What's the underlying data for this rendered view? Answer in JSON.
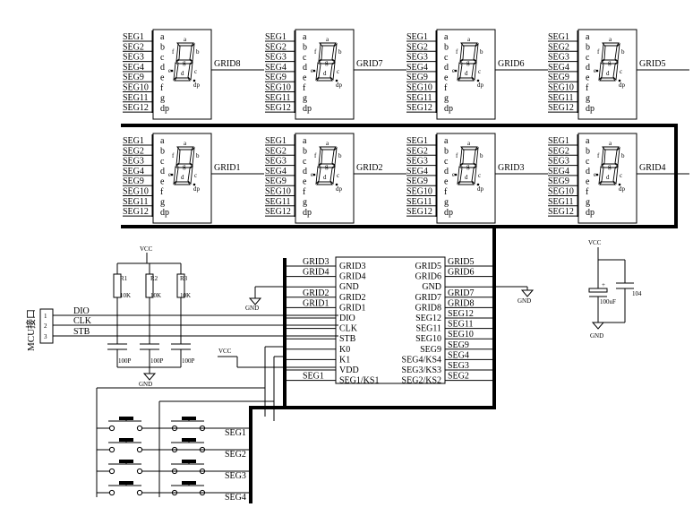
{
  "segments": [
    "SEG1",
    "SEG2",
    "SEG3",
    "SEG4",
    "SEG9",
    "SEG10",
    "SEG11",
    "SEG12"
  ],
  "segment_letters": [
    "a",
    "b",
    "c",
    "d",
    "e",
    "f",
    "g",
    "dp"
  ],
  "digit_segment_labels": {
    "a": "a",
    "b": "b",
    "c": "c",
    "d": "d",
    "e": "e",
    "f": "f",
    "g": "g",
    "dp": "dp"
  },
  "digits_row1": [
    {
      "grid": "GRID8"
    },
    {
      "grid": "GRID7"
    },
    {
      "grid": "GRID6"
    },
    {
      "grid": "GRID5"
    }
  ],
  "digits_row2": [
    {
      "grid": "GRID1"
    },
    {
      "grid": "GRID2"
    },
    {
      "grid": "GRID3"
    },
    {
      "grid": "GRID4"
    }
  ],
  "mcu": {
    "label": "MCU接口",
    "pins": [
      "1",
      "2",
      "3"
    ],
    "signals": [
      "DIO",
      "CLK",
      "STB"
    ]
  },
  "vcc": "VCC",
  "gnd": "GND",
  "resistors": [
    {
      "ref": "R1",
      "value": "10K"
    },
    {
      "ref": "R2",
      "value": "10K"
    },
    {
      "ref": "R3",
      "value": "10K"
    }
  ],
  "caps_100p": [
    "100P",
    "100P",
    "100P"
  ],
  "ic": {
    "left_pins": [
      "GRID3",
      "GRID4",
      "GND",
      "GRID2",
      "GRID1",
      "DIO",
      "CLK",
      "STB",
      "K0",
      "K1",
      "VDD",
      "SEG1/KS1"
    ],
    "right_pins": [
      "GRID5",
      "GRID6",
      "GND",
      "GRID7",
      "GRID8",
      "SEG12",
      "SEG11",
      "SEG10",
      "SEG9",
      "SEG4/KS4",
      "SEG3/KS3",
      "SEG2/KS2"
    ],
    "left_ext": [
      "GRID3",
      "GRID4",
      "",
      "GRID2",
      "GRID1",
      "",
      "",
      "",
      "",
      "",
      "",
      "SEG1"
    ],
    "right_ext": [
      "GRID5",
      "GRID6",
      "",
      "GRID7",
      "GRID8",
      "SEG12",
      "SEG11",
      "SEG10",
      "SEG9",
      "SEG4",
      "SEG3",
      "SEG2"
    ]
  },
  "power": {
    "vcc": "VCC",
    "gnd": "GND",
    "cap1": "100uF",
    "cap2": "104",
    "plus": "+"
  },
  "keys": {
    "seg_labels": [
      "SEG1",
      "SEG2",
      "SEG3",
      "SEG4"
    ]
  }
}
